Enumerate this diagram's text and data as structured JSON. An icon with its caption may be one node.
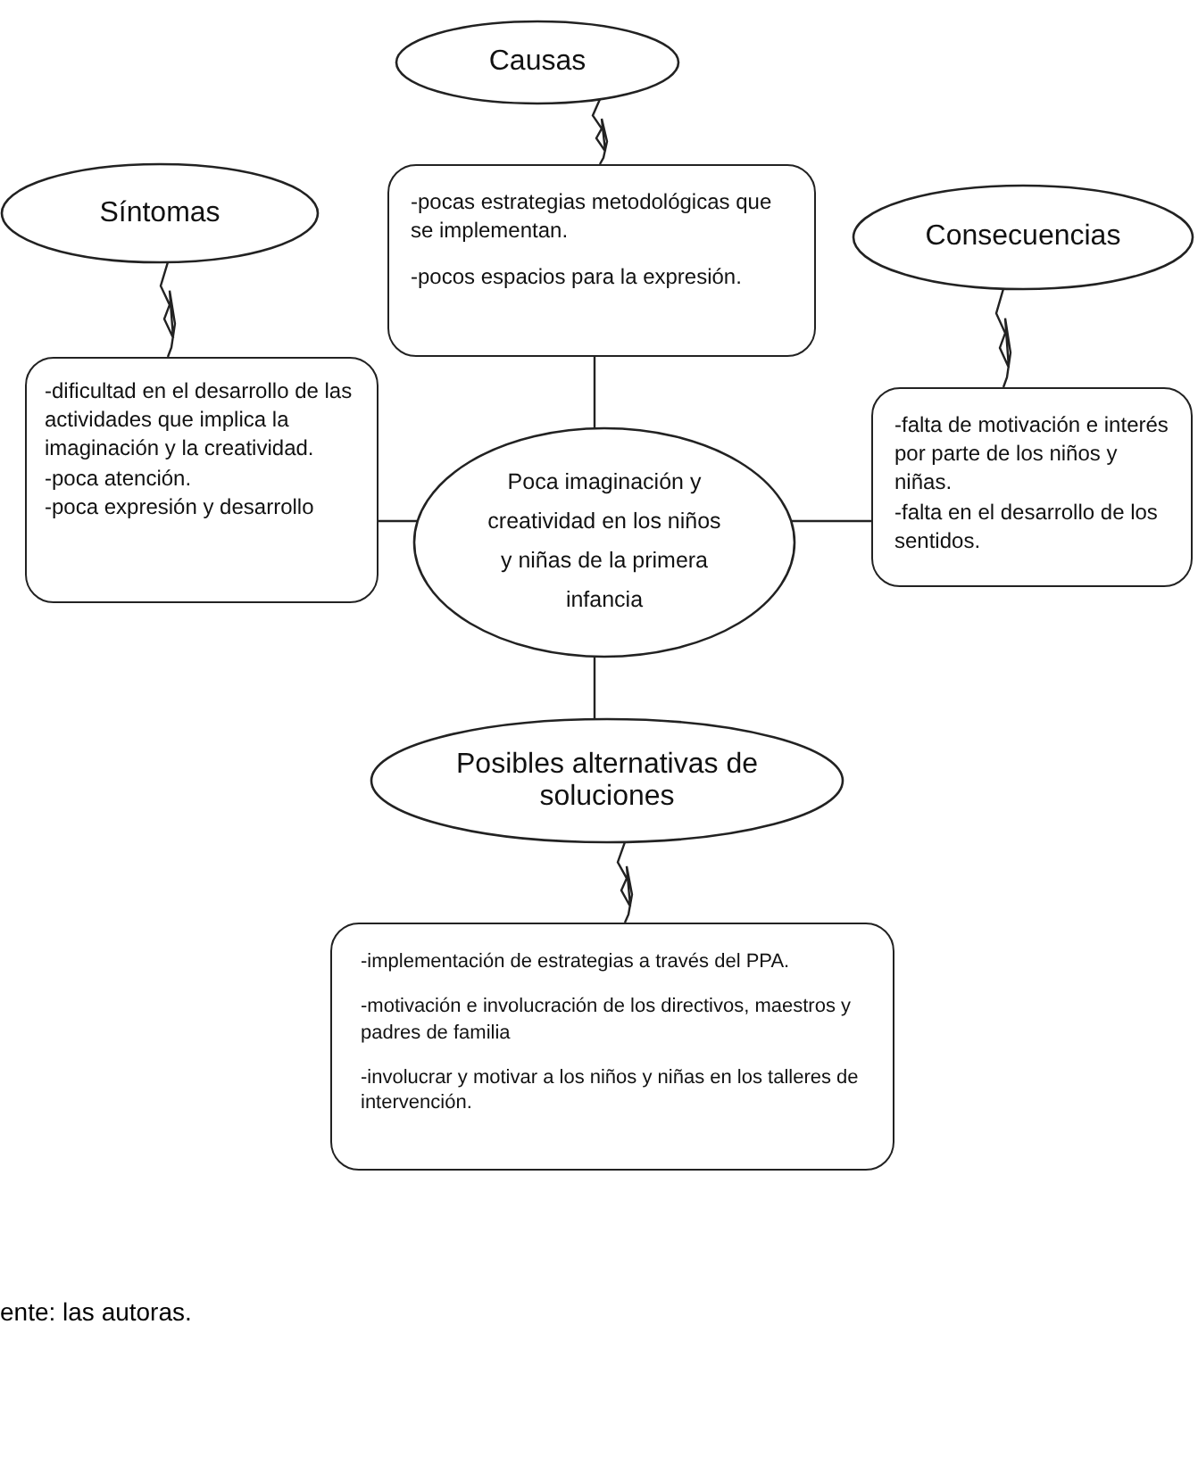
{
  "diagram": {
    "nodes": [
      {
        "text": [
          "Causas"
        ]
      },
      {
        "text": [
          "-pocas estrategias metodológicas que se implementan.",
          "-pocos espacios para la expresión."
        ]
      },
      {
        "text": [
          "Síntomas"
        ]
      },
      {
        "text": [
          "-dificultad en el desarrollo de las actividades que implica la imaginación y la creatividad.",
          "-poca atención.",
          "-poca expresión y desarrollo"
        ]
      },
      {
        "text": [
          "Consecuencias"
        ]
      },
      {
        "text": [
          "-falta de motivación e interés por parte de los niños y niñas.",
          "-falta en el desarrollo de los sentidos."
        ]
      },
      {
        "text": [
          "Poca imaginación y creatividad en los niños y niñas de la primera infancia"
        ]
      },
      {
        "text": [
          "Posibles alternativas de soluciones"
        ]
      },
      {
        "text": [
          "-implementación de estrategias a través del PPA.",
          "-motivación e involucración de los directivos, maestros y padres de familia",
          "-involucrar y motivar a los niños y niñas en los talleres de intervención."
        ]
      }
    ],
    "edges": [
      {
        "from": 0,
        "to": 1,
        "arrow": "none"
      },
      {
        "from": 2,
        "to": 3,
        "arrow": "none"
      },
      {
        "from": 4,
        "to": 5,
        "arrow": "none"
      },
      {
        "from": 1,
        "to": 6,
        "arrow": "none"
      },
      {
        "from": 3,
        "to": 6,
        "arrow": "none"
      },
      {
        "from": 6,
        "to": 5,
        "arrow": "none"
      },
      {
        "from": 6,
        "to": 7,
        "arrow": "none"
      },
      {
        "from": 7,
        "to": 8,
        "arrow": "none"
      }
    ],
    "labels": [
      "ente: las autoras."
    ]
  }
}
